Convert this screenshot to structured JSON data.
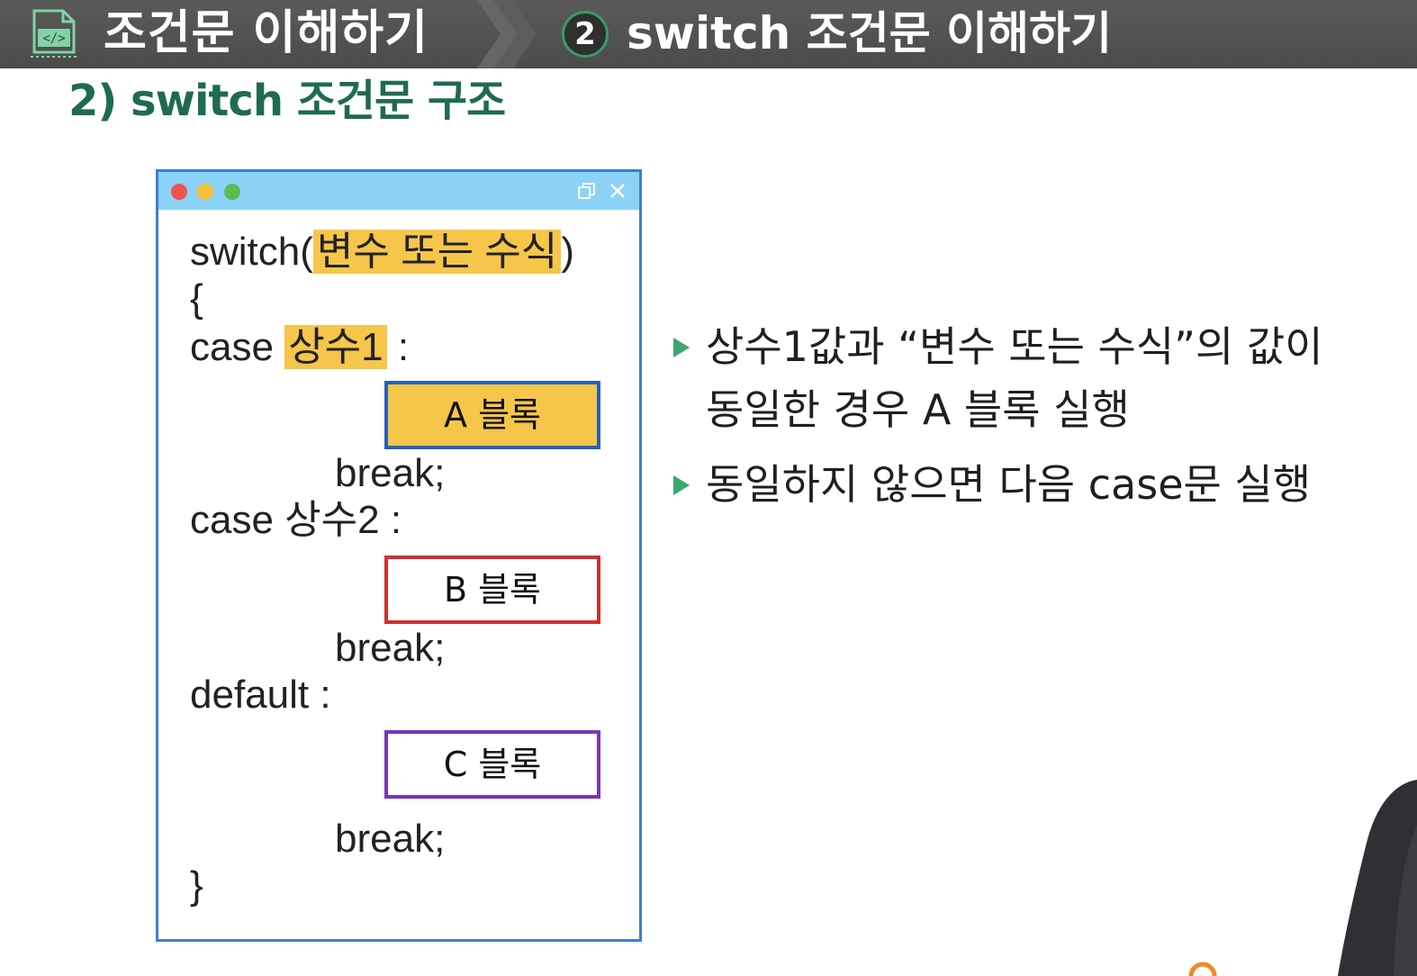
{
  "banner": {
    "title": "조건문 이해하기",
    "step_number": "2",
    "subtitle": "switch 조건문 이해하기",
    "icon": "code-file-icon"
  },
  "section": {
    "heading": "2) switch 조건문 구조"
  },
  "code_window": {
    "lines": {
      "switch_prefix": "switch(",
      "switch_highlight": "변수 또는 수식",
      "switch_suffix": ")",
      "open_brace": "{",
      "case1_prefix": "case",
      "case1_highlight": "상수1",
      "case1_suffix": ":",
      "break1": "break;",
      "case2": "case 상수2 :",
      "break2": "break;",
      "default": "default :",
      "break3": "break;",
      "close_brace": "}"
    },
    "blocks": {
      "a": "A 블록",
      "b": "B 블록",
      "c": "C 블록"
    },
    "colors": {
      "frame": "#3d7ed8",
      "titlebar": "#8cd3f7",
      "highlight": "#f6c64a",
      "block_a_border": "#2a5fb8",
      "block_b_border": "#d02f2f",
      "block_c_border": "#7a35b8"
    }
  },
  "bullets": {
    "first_line1": "상수1값과 “변수 또는 수식”의 값이",
    "first_line2": "동일한 경우 A 블록 실행",
    "second": "동일하지 않으면 다음 case문 실행"
  },
  "theme": {
    "accent_green": "#1f6b4e",
    "bullet_marker": "#3aa870",
    "banner_bg": "#4f4f4f"
  }
}
